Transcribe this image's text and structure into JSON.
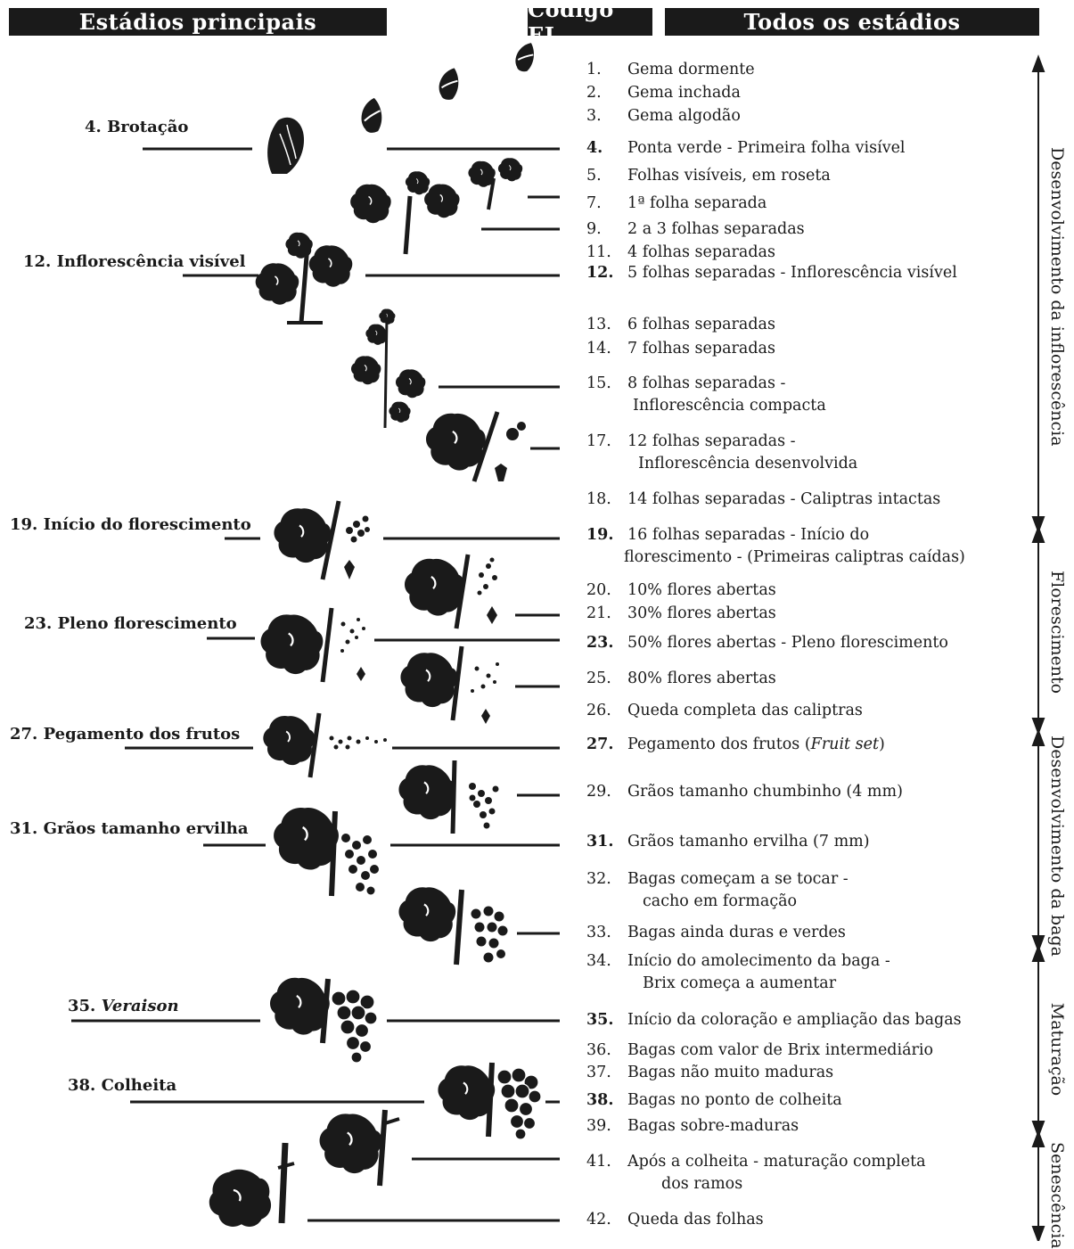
{
  "headers": {
    "main": "Estádios principais",
    "code": "Código EL",
    "all": "Todos os estádios"
  },
  "main_stages": [
    {
      "num": "4.",
      "label": "Brotação",
      "italic": ""
    },
    {
      "num": "12.",
      "label": "Inflorescência visível",
      "italic": ""
    },
    {
      "num": "19.",
      "label": "Início do florescimento",
      "italic": ""
    },
    {
      "num": "23.",
      "label": "Pleno florescimento",
      "italic": ""
    },
    {
      "num": "27.",
      "label": "Pegamento dos frutos",
      "italic": ""
    },
    {
      "num": "31.",
      "label": "Grãos tamanho ervilha",
      "italic": ""
    },
    {
      "num": "35.",
      "label": "",
      "italic": "Veraison"
    },
    {
      "num": "38.",
      "label": "Colheita",
      "italic": ""
    }
  ],
  "stages": [
    {
      "code": "1.",
      "text": "Gema dormente",
      "cont": ""
    },
    {
      "code": "2.",
      "text": "Gema inchada",
      "cont": ""
    },
    {
      "code": "3.",
      "text": "Gema algodão",
      "cont": ""
    },
    {
      "code": "4.",
      "text": "Ponta verde - Primeira folha visível",
      "cont": ""
    },
    {
      "code": "5.",
      "text": "Folhas visíveis, em roseta",
      "cont": ""
    },
    {
      "code": "7.",
      "text": "1ª folha separada",
      "cont": ""
    },
    {
      "code": "9.",
      "text": "2 a 3 folhas separadas",
      "cont": ""
    },
    {
      "code": "11.",
      "text": "4 folhas separadas",
      "cont": ""
    },
    {
      "code": "12.",
      "text": "5 folhas separadas - Inflorescência visível",
      "cont": ""
    },
    {
      "code": "13.",
      "text": "6 folhas separadas",
      "cont": ""
    },
    {
      "code": "14.",
      "text": "7 folhas separadas",
      "cont": ""
    },
    {
      "code": "15.",
      "text": "8 folhas separadas -",
      "cont": "Inflorescência compacta"
    },
    {
      "code": "17.",
      "text": "12 folhas separadas -",
      "cont": "Inflorescência desenvolvida"
    },
    {
      "code": "18.",
      "text": "14 folhas separadas - Caliptras intactas",
      "cont": ""
    },
    {
      "code": "19.",
      "text": "16 folhas separadas - Início do",
      "cont": "florescimento - (Primeiras caliptras caídas)"
    },
    {
      "code": "20.",
      "text": "10% flores abertas",
      "cont": ""
    },
    {
      "code": "21.",
      "text": "30% flores abertas",
      "cont": ""
    },
    {
      "code": "23.",
      "text": "50% flores abertas - Pleno florescimento",
      "cont": ""
    },
    {
      "code": "25.",
      "text": "80% flores abertas",
      "cont": ""
    },
    {
      "code": "26.",
      "text": "Queda completa das caliptras",
      "cont": ""
    },
    {
      "code": "27.",
      "text": "Pegamento dos frutos (",
      "italic": "Fruit set",
      "after": ")",
      "cont": ""
    },
    {
      "code": "29.",
      "text": "Grãos tamanho chumbinho (4 mm)",
      "cont": ""
    },
    {
      "code": "31.",
      "text": "Grãos tamanho ervilha (7 mm)",
      "cont": ""
    },
    {
      "code": "32.",
      "text": "Bagas começam a se tocar -",
      "cont": "cacho em formação"
    },
    {
      "code": "33.",
      "text": "Bagas ainda duras e verdes",
      "cont": ""
    },
    {
      "code": "34.",
      "text": "Início do amolecimento da baga -",
      "cont": "Brix começa a aumentar"
    },
    {
      "code": "35.",
      "text": "Início da coloração e ampliação das bagas",
      "cont": ""
    },
    {
      "code": "36.",
      "text": "Bagas com valor de Brix intermediário",
      "cont": ""
    },
    {
      "code": "37.",
      "text": "Bagas não muito maduras",
      "cont": ""
    },
    {
      "code": "38.",
      "text": "Bagas no ponto de colheita",
      "cont": ""
    },
    {
      "code": "39.",
      "text": "Bagas sobre-maduras",
      "cont": ""
    },
    {
      "code": "41.",
      "text": "Após a colheita - maturação completa",
      "cont": "dos ramos"
    },
    {
      "code": "42.",
      "text": "Queda das folhas",
      "cont": ""
    }
  ],
  "phases": [
    {
      "label": "Desenvolvimento da inflorescência"
    },
    {
      "label": "Florescimento"
    },
    {
      "label": "Desenvolvimento da baga"
    },
    {
      "label": "Maturação"
    },
    {
      "label": "Senescência"
    }
  ],
  "colors": {
    "ink": "#1a1a1a",
    "paper": "#ffffff"
  }
}
